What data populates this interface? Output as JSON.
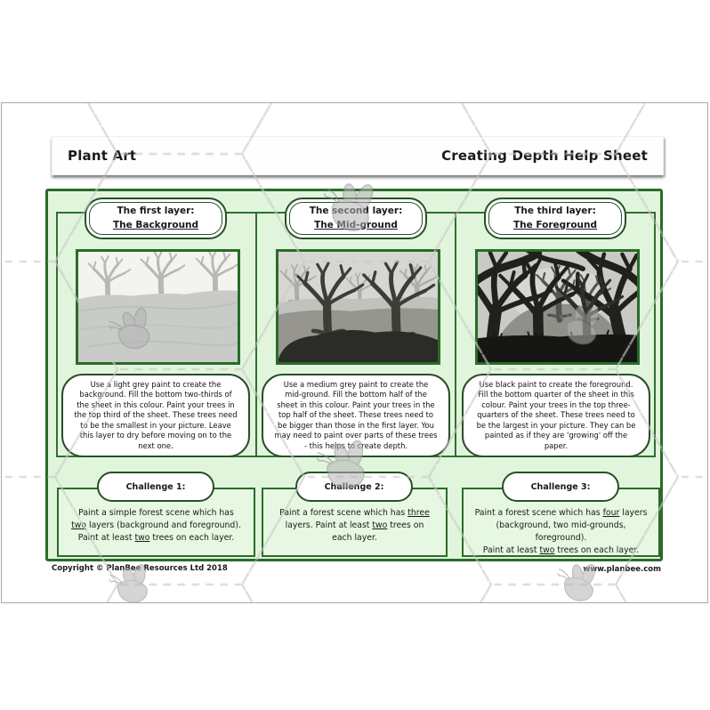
{
  "header": {
    "left_title": "Plant Art",
    "right_title": "Creating Depth Help Sheet"
  },
  "columns": [
    {
      "title_line1": "The first layer:",
      "title_line2": "The Background",
      "body": "Use a light grey paint to create the background. Fill the bottom two-thirds of the sheet in this colour. Paint your trees in the top third of the sheet. These trees need to be the smallest in your picture. Leave this layer to dry before moving on to the next one."
    },
    {
      "title_line1": "The second layer:",
      "title_line2": "The Mid-ground",
      "body": "Use a medium grey paint to create the mid-ground. Fill the bottom half of the sheet in this colour. Paint your trees in the top half of the sheet. These trees need to be bigger than those in the first layer.  You may need to paint over parts of these trees - this helps to create depth."
    },
    {
      "title_line1": "The third layer:",
      "title_line2": "The Foreground",
      "body": "Use black paint to create the foreground. Fill the bottom quarter of the sheet in this colour. Paint your trees in the top three-quarters of the sheet. These trees need to be the largest in your picture. They can be painted as if they are 'growing' off the paper."
    }
  ],
  "challenges": [
    {
      "label": "Challenge 1:",
      "rich": [
        {
          "t": "Paint a simple forest scene which has"
        },
        {
          "br": true
        },
        {
          "t": "two",
          "u": true
        },
        {
          "t": " layers (background and foreground)."
        },
        {
          "br": true
        },
        {
          "t": "Paint at least "
        },
        {
          "t": "two",
          "u": true
        },
        {
          "t": " trees on each layer."
        }
      ]
    },
    {
      "label": "Challenge 2:",
      "rich": [
        {
          "t": "Paint a forest scene which has "
        },
        {
          "t": "three",
          "u": true
        },
        {
          "br": true
        },
        {
          "t": "layers. Paint at least "
        },
        {
          "t": "two",
          "u": true
        },
        {
          "t": " trees on"
        },
        {
          "br": true
        },
        {
          "t": "each layer."
        }
      ]
    },
    {
      "label": "Challenge 3:",
      "rich": [
        {
          "t": "Paint a forest scene which has "
        },
        {
          "t": "four",
          "u": true
        },
        {
          "t": " layers"
        },
        {
          "br": true
        },
        {
          "t": "(background, two mid-grounds, foreground)."
        },
        {
          "br": true
        },
        {
          "t": "Paint at least "
        },
        {
          "t": "two",
          "u": true
        },
        {
          "t": " trees on each layer."
        }
      ]
    }
  ],
  "footer": {
    "copyright": "Copyright © PlanBee Resources Ltd 2018",
    "website": "www.planbee.com"
  },
  "colors": {
    "panel_green": "#e1f5dc",
    "border_green": "#2a6b28",
    "bubble_border": "#274f27",
    "watermark_grey": "#b4b4b4"
  }
}
